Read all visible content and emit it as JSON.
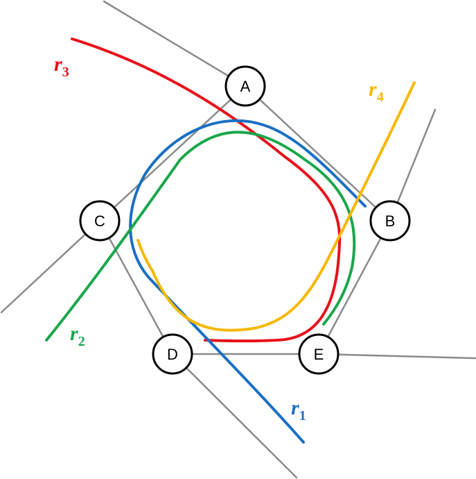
{
  "nodes": [
    {
      "id": "A",
      "label": "A"
    },
    {
      "id": "B",
      "label": "B"
    },
    {
      "id": "C",
      "label": "C"
    },
    {
      "id": "D",
      "label": "D"
    },
    {
      "id": "E",
      "label": "E"
    }
  ],
  "curves": [
    {
      "id": "r1",
      "label": "r",
      "subscript": "1",
      "color": "#1a6fc4"
    },
    {
      "id": "r2",
      "label": "r",
      "subscript": "2",
      "color": "#1aa64a"
    },
    {
      "id": "r3",
      "label": "r",
      "subscript": "3",
      "color": "#e8101a"
    },
    {
      "id": "r4",
      "label": "r",
      "subscript": "4",
      "color": "#f5b800"
    }
  ],
  "colors": {
    "edge": "#8a8a8a",
    "node_fill": "#ffffff",
    "node_stroke": "#000000"
  }
}
